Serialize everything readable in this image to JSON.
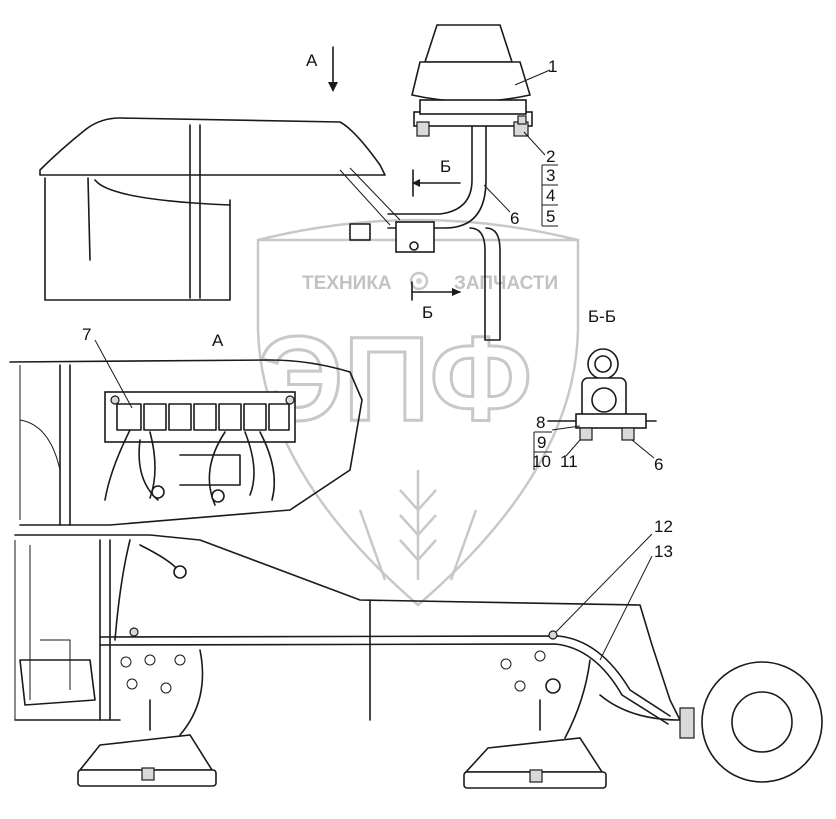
{
  "watermark": {
    "left_word": "ТЕХНИКА",
    "right_word": "ЗАПЧАСТИ",
    "monogram": "ЭПФ"
  },
  "view_labels": {
    "view_a_arrow": "А",
    "view_a_detail": "А",
    "section_top": "Б",
    "section_bottom": "Б",
    "section_title": "Б-Б"
  },
  "callouts": {
    "c1": "1",
    "c2": "2",
    "c3": "3",
    "c4": "4",
    "c5": "5",
    "c6": "6",
    "c6b": "6",
    "c7": "7",
    "c8": "8",
    "c9": "9",
    "c10": "10",
    "c11": "11",
    "c12": "12",
    "c13": "13"
  },
  "colors": {
    "line": "#1a1a1a",
    "watermark": "#c8c8c8",
    "background": "#ffffff"
  }
}
